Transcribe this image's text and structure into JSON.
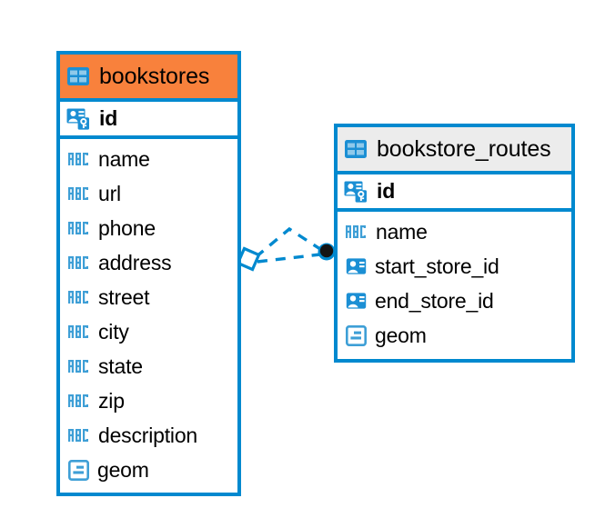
{
  "diagram": {
    "type": "entity-relationship-diagram",
    "background": "#ffffff",
    "accent_color": "#0089cf",
    "highlight_color": "#f8813c",
    "header_gray": "#ececec"
  },
  "entities": [
    {
      "name": "bookstores",
      "header_style": "accent-orange",
      "table_icon": "table-icon",
      "primary_key": {
        "label": "id",
        "icon": "primary-key-icon"
      },
      "fields": [
        {
          "label": "name",
          "icon": "text-type-icon"
        },
        {
          "label": "url",
          "icon": "text-type-icon"
        },
        {
          "label": "phone",
          "icon": "text-type-icon"
        },
        {
          "label": "address",
          "icon": "text-type-icon"
        },
        {
          "label": "street",
          "icon": "text-type-icon"
        },
        {
          "label": "city",
          "icon": "text-type-icon"
        },
        {
          "label": "state",
          "icon": "text-type-icon"
        },
        {
          "label": "zip",
          "icon": "text-type-icon"
        },
        {
          "label": "description",
          "icon": "text-type-icon"
        },
        {
          "label": "geom",
          "icon": "geometry-type-icon"
        }
      ]
    },
    {
      "name": "bookstore_routes",
      "header_style": "accent-gray",
      "table_icon": "table-icon",
      "primary_key": {
        "label": "id",
        "icon": "primary-key-icon"
      },
      "fields": [
        {
          "label": "name",
          "icon": "text-type-icon"
        },
        {
          "label": "start_store_id",
          "icon": "foreign-key-icon"
        },
        {
          "label": "end_store_id",
          "icon": "foreign-key-icon"
        },
        {
          "label": "geom",
          "icon": "geometry-type-icon"
        }
      ]
    }
  ],
  "relationship": {
    "from_entity": "bookstores",
    "to_entity": "bookstore_routes",
    "from_marker": "rhombus-marker",
    "to_marker": "filled-circle-marker",
    "line_style": "dashed",
    "line_color": "#0089cf"
  }
}
